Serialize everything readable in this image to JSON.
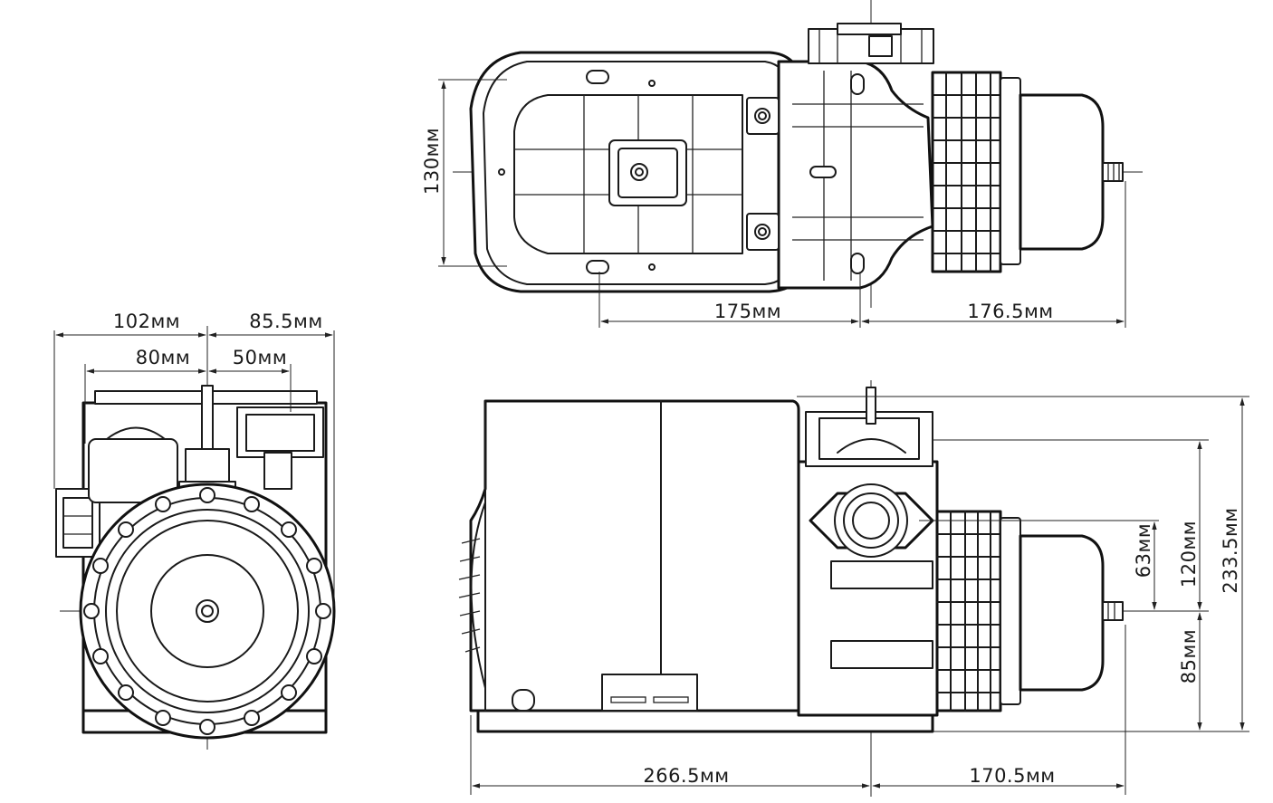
{
  "dimensions": {
    "top_view": {
      "width_130": "130мм",
      "length_175": "175мм",
      "length_176_5": "176.5мм"
    },
    "front_view": {
      "left_102": "102мм",
      "right_85_5": "85.5мм",
      "left_80": "80мм",
      "right_50": "50мм"
    },
    "side_view": {
      "height_120": "120мм",
      "height_63": "63мм",
      "height_233_5": "233.5мм",
      "height_85": "85мм",
      "length_266_5": "266.5мм",
      "length_170_5": "170.5мм"
    }
  },
  "colors": {
    "line": "#1a1a1a",
    "background": "#ffffff"
  }
}
